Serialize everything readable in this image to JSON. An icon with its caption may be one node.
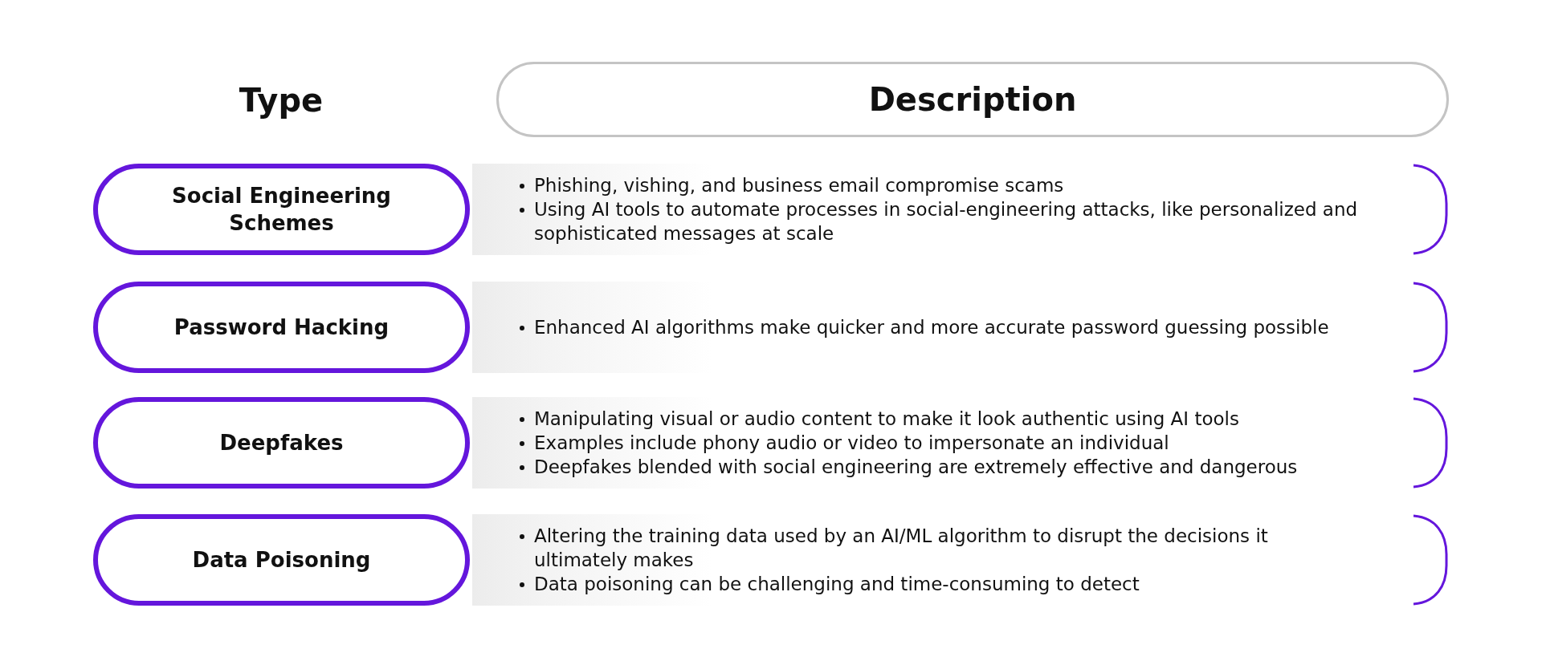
{
  "diagram": {
    "nodes": [
      {
        "text": [
          "Description"
        ]
      },
      {
        "text": [
          "Social Engineering Schemes"
        ]
      },
      {
        "text": [
          "Phishing, vishing, and business email compromise scams",
          "Using AI tools to automate processes in social-engineering attacks, like personalized and sophisticated messages at scale"
        ]
      },
      {
        "text": [
          "Password Hacking"
        ]
      },
      {
        "text": [
          "Enhanced AI algorithms make quicker and more accurate password guessing possible"
        ]
      },
      {
        "text": [
          "Deepfakes"
        ]
      },
      {
        "text": [
          "Manipulating visual or audio content to make it look authentic using AI tools",
          "Examples include phony audio or video to impersonate an individual",
          "Deepfakes blended with social engineering are extremely effective and dangerous"
        ]
      },
      {
        "text": [
          "Data Poisoning"
        ]
      },
      {
        "text": [
          "Altering the training data used by an AI/ML algorithm to disrupt the decisions it ultimately makes",
          "Data poisoning can be challenging and time-consuming to detect"
        ]
      }
    ],
    "labels": [
      "Type"
    ]
  }
}
